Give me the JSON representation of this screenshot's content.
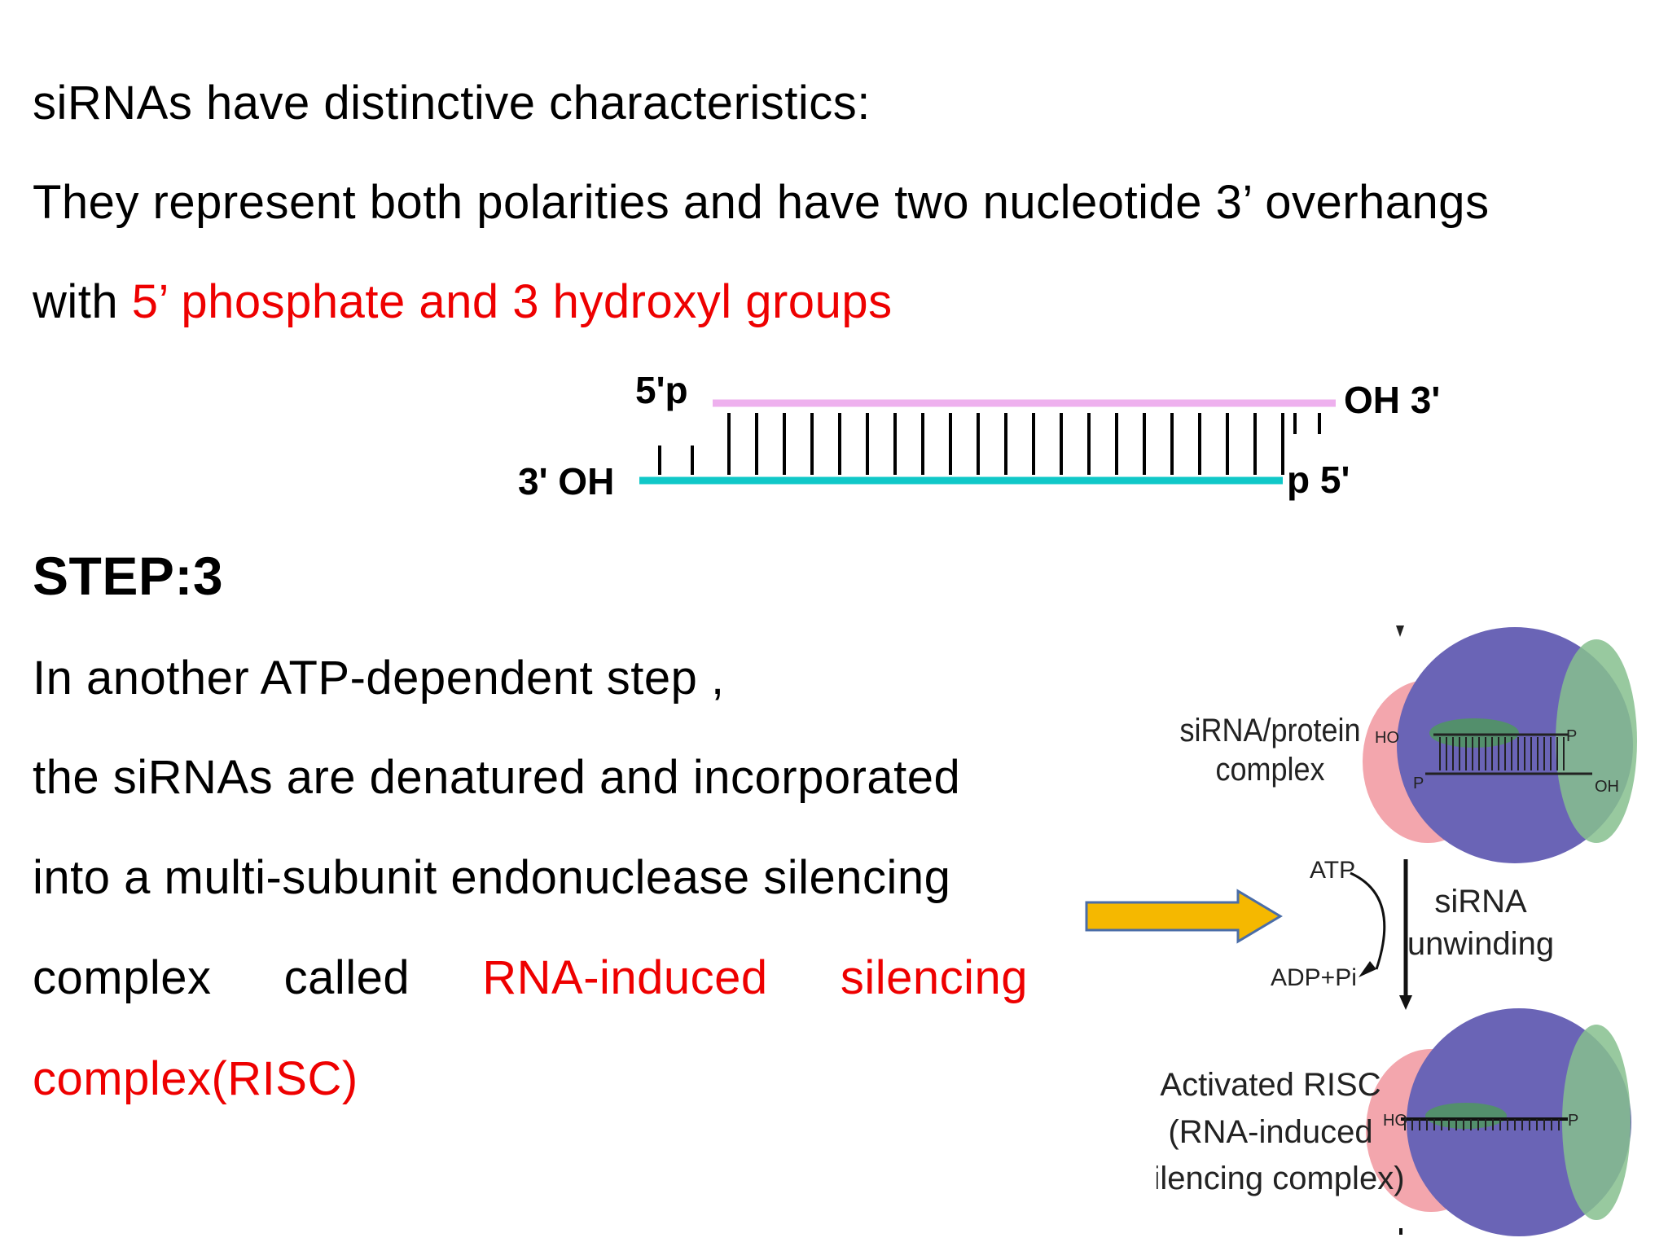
{
  "intro": {
    "heading": "siRNAs have distinctive characteristics:",
    "line2": "They represent both polarities and have two nucleotide 3’ overhangs",
    "line3_prefix": "with ",
    "line3_highlight": "5’ phosphate and 3 hydroxyl groups"
  },
  "duplex": {
    "top_left": "5'p",
    "top_right": "OH 3'",
    "bottom_left": "3' OH",
    "bottom_right": "p 5'",
    "colors": {
      "sense": "#eeb0ee",
      "antisense": "#10c8c8"
    }
  },
  "step": {
    "title": "STEP:3",
    "line1": "In another ATP-dependent step ,",
    "line2": "the siRNAs are denatured and incorporated",
    "line3": "into a multi-subunit endonuclease silencing",
    "line4_words": [
      "complex",
      "called"
    ],
    "line4_red_words": [
      "RNA-induced",
      "silencing"
    ],
    "line5_red": "complex(RISC)"
  },
  "risc": {
    "complex_label": [
      "siRNA/protein",
      "complex"
    ],
    "atp": "ATP",
    "adp": "ADP+Pi",
    "unwinding": [
      "siRNA",
      "unwinding"
    ],
    "activated_label": [
      "Activated RISC",
      "(RNA-induced",
      "silencing complex)"
    ],
    "ends": {
      "ho": "HO",
      "p": "P",
      "oh": "OH"
    },
    "colors": {
      "pink": "#f3a6ad",
      "purple": "#6a64b6",
      "green": "#86c08e",
      "arrow": "#f5b800"
    }
  }
}
